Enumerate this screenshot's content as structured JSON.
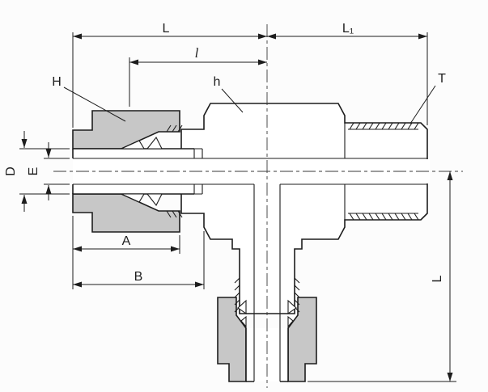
{
  "drawing": {
    "labels": {
      "dim_L": "L",
      "dim_L1": "L₁",
      "dim_l": "l",
      "label_H": "H",
      "label_h": "h",
      "label_T": "T",
      "dim_D": "D",
      "dim_E": "E",
      "dim_A": "A",
      "dim_B": "B",
      "dim_L_side": "L"
    },
    "colors": {
      "line": "#1d1d1d",
      "nut_fill": "#c7c7c7",
      "background": "#fcfcfc"
    }
  }
}
